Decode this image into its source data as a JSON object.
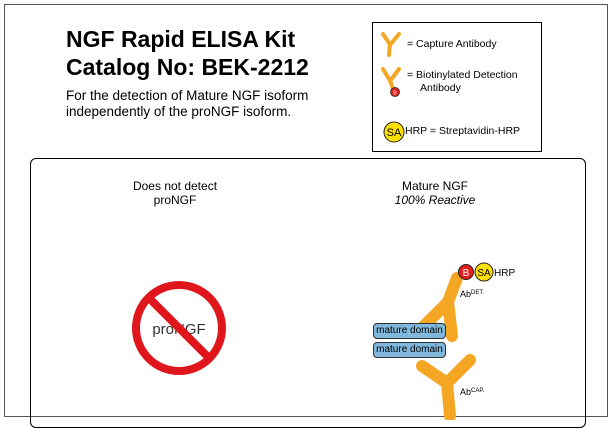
{
  "title": {
    "line1": "NGF Rapid ELISA Kit",
    "line2": "Catalog No: BEK-2212"
  },
  "description": {
    "line1": "For the detection of Mature NGF isoform",
    "line2": "independently of the proNGF isoform."
  },
  "legend": {
    "capture": "= Capture Antibody",
    "detection_line1": "= Biotinylated Detection",
    "detection_line2": "Antibody",
    "sa_symbol": "SA",
    "hrp_text": "HRP = Streptavidin-HRP",
    "biotin_symbol": "B"
  },
  "left_panel": {
    "heading_line1": "Does not detect",
    "heading_line2": "proNGF",
    "molecule": "proNGF"
  },
  "right_panel": {
    "heading": "Mature NGF",
    "subheading": "100% Reactive",
    "biotin": "B",
    "sa": "SA",
    "hrp": "HRP",
    "ab_det": "Ab",
    "ab_det_sup": "DET.",
    "ab_cap": "Ab",
    "ab_cap_sup": "CAP.",
    "domains": [
      "mature domain",
      "mature domain"
    ]
  },
  "colors": {
    "antibody": "#f5a623",
    "biotin": "#e01e1e",
    "streptavidin": "#ffe000",
    "domain": "#7fb8dc",
    "no_symbol": "#e0161d"
  }
}
